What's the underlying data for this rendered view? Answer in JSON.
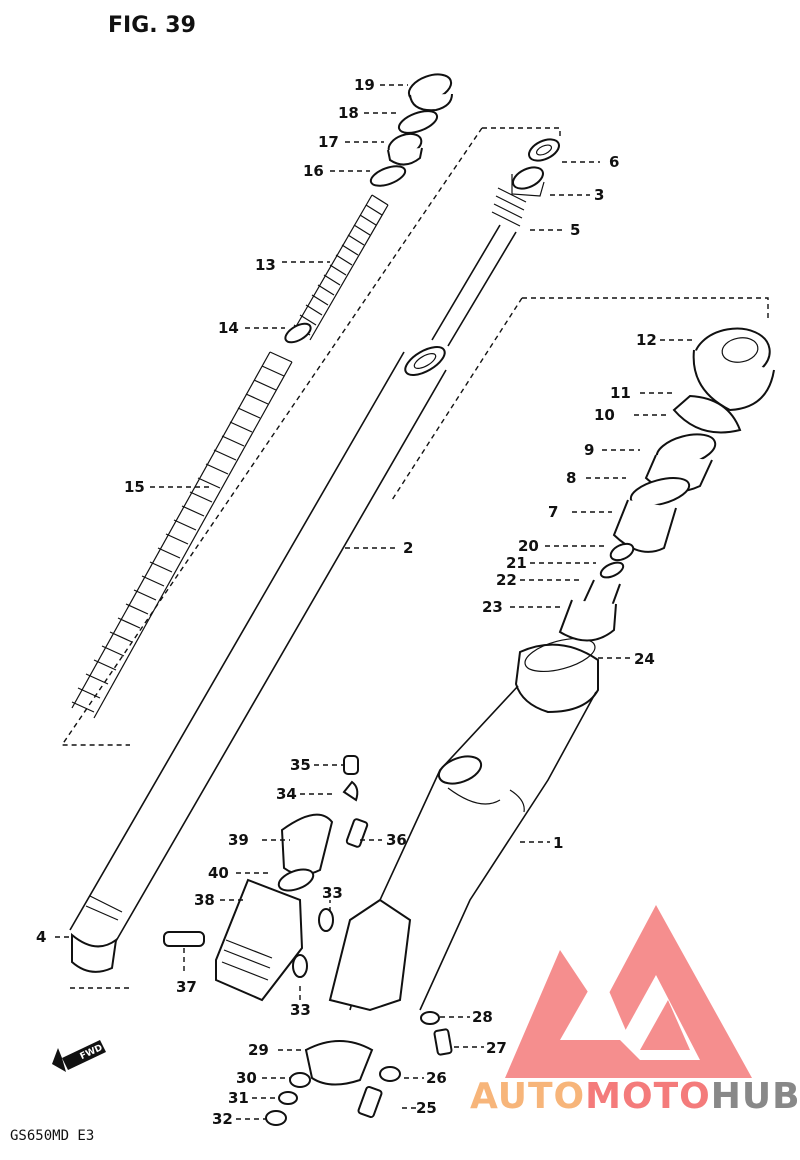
{
  "diagram": {
    "title": "FIG. 39",
    "model": "GS650MD E3",
    "fwd_label": "FWD"
  },
  "watermark": {
    "part1": "AUTO",
    "part2": "MOTO",
    "part3": "HUB",
    "color_orange": "#f7b57a",
    "color_pink": "#f47b7b",
    "color_gray": "#888888"
  },
  "parts": [
    "1",
    "2",
    "3",
    "4",
    "5",
    "6",
    "7",
    "8",
    "9",
    "10",
    "11",
    "12",
    "13",
    "14",
    "15",
    "16",
    "17",
    "18",
    "19",
    "20",
    "21",
    "22",
    "23",
    "24",
    "25",
    "26",
    "27",
    "28",
    "29",
    "30",
    "31",
    "32",
    "33",
    "34",
    "35",
    "36",
    "37",
    "38",
    "39",
    "40"
  ]
}
